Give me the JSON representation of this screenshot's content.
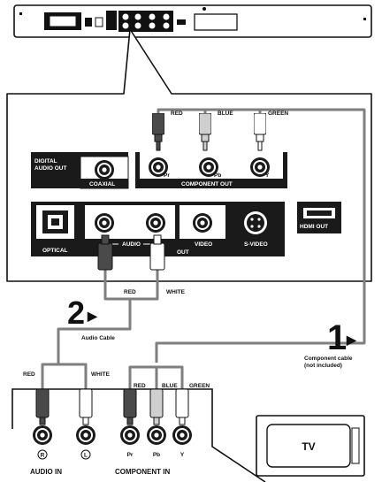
{
  "colors": {
    "panel_dark": "#1a1a1a",
    "cable_gray": "#7f7f7f",
    "plug_dark": "#4a4a4a",
    "plug_light": "#ffffff"
  },
  "player_panel": {
    "labels": [
      "DIGITAL\nAUDIO OUT",
      "COAXIAL",
      "COMPONENT OUT",
      "OPTICAL",
      "AUDIO",
      "OUT",
      "VIDEO",
      "S-VIDEO",
      "HDMI OUT"
    ],
    "digital_audio_out_line1": "DIGITAL",
    "digital_audio_out_line2": "AUDIO OUT",
    "coaxial": "COAXIAL",
    "component_out": "COMPONENT OUT",
    "optical": "OPTICAL",
    "audio": "AUDIO",
    "out": "OUT",
    "video": "VIDEO",
    "s_video": "S-VIDEO",
    "hdmi_out": "HDMI OUT",
    "jack_marks": {
      "pr": "Pr",
      "pb": "Pb",
      "y": "Y"
    }
  },
  "component_cable_top": {
    "red": "RED",
    "blue": "BLUE",
    "green": "GREEN"
  },
  "audio_cable_top": {
    "red": "RED",
    "white": "WHITE"
  },
  "step2": {
    "number": "2",
    "arrow": "▶"
  },
  "step1": {
    "number": "1",
    "arrow": "▶"
  },
  "audio_cable_label": "Audio Cable",
  "audio_cable_bottom": {
    "red": "RED",
    "white": "WHITE"
  },
  "component_cable_note_line1": "Component cable",
  "component_cable_note_line2": "(not included)",
  "component_cable_bottom": {
    "red": "RED",
    "blue": "BLUE",
    "green": "GREEN"
  },
  "tv_panel": {
    "r_mark": "R",
    "l_mark": "L",
    "pr": "Pr",
    "pb": "Pb",
    "y": "Y",
    "audio_in": "AUDIO IN",
    "component_in": "COMPONENT IN"
  },
  "tv_label": "TV"
}
